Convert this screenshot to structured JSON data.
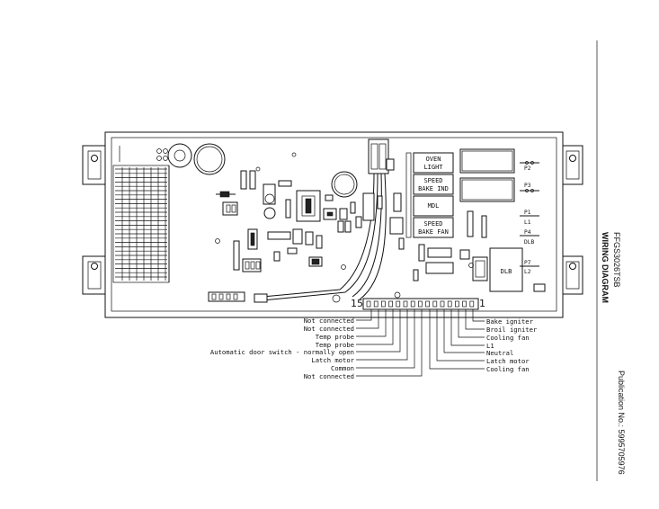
{
  "side_text": {
    "model": "FFGS3026TSB",
    "title": "WIRING DIAGRAM",
    "publication": "Publication No.: 5995705976"
  },
  "relay_boxes": [
    {
      "line1": "OVEN",
      "line2": "LIGHT"
    },
    {
      "line1": "SPEED",
      "line2": "BAKE IND"
    },
    {
      "line1": "MDL",
      "line2": ""
    },
    {
      "line1": "SPEED",
      "line2": "BAKE FAN"
    }
  ],
  "component_labels": {
    "dlb": "DLB"
  },
  "connectors": [
    {
      "code": "P2",
      "sub": ""
    },
    {
      "code": "P3",
      "sub": ""
    },
    {
      "code": "P1",
      "sub": "L1"
    },
    {
      "code": "P4",
      "sub": "DLB"
    },
    {
      "code": "P7",
      "sub": "L2"
    }
  ],
  "pin_numbers": {
    "left": "15",
    "right": "1"
  },
  "left_labels": [
    "Not connected",
    "Not connected",
    "Temp probe",
    "Temp probe",
    "Automatic door switch - normally open",
    "Latch motor",
    "Common",
    "Not connected"
  ],
  "right_labels": [
    "Bake igniter",
    "Broil igniter",
    "Cooling fan",
    "L1",
    "Neutral",
    "Latch motor",
    "Cooling fan"
  ]
}
